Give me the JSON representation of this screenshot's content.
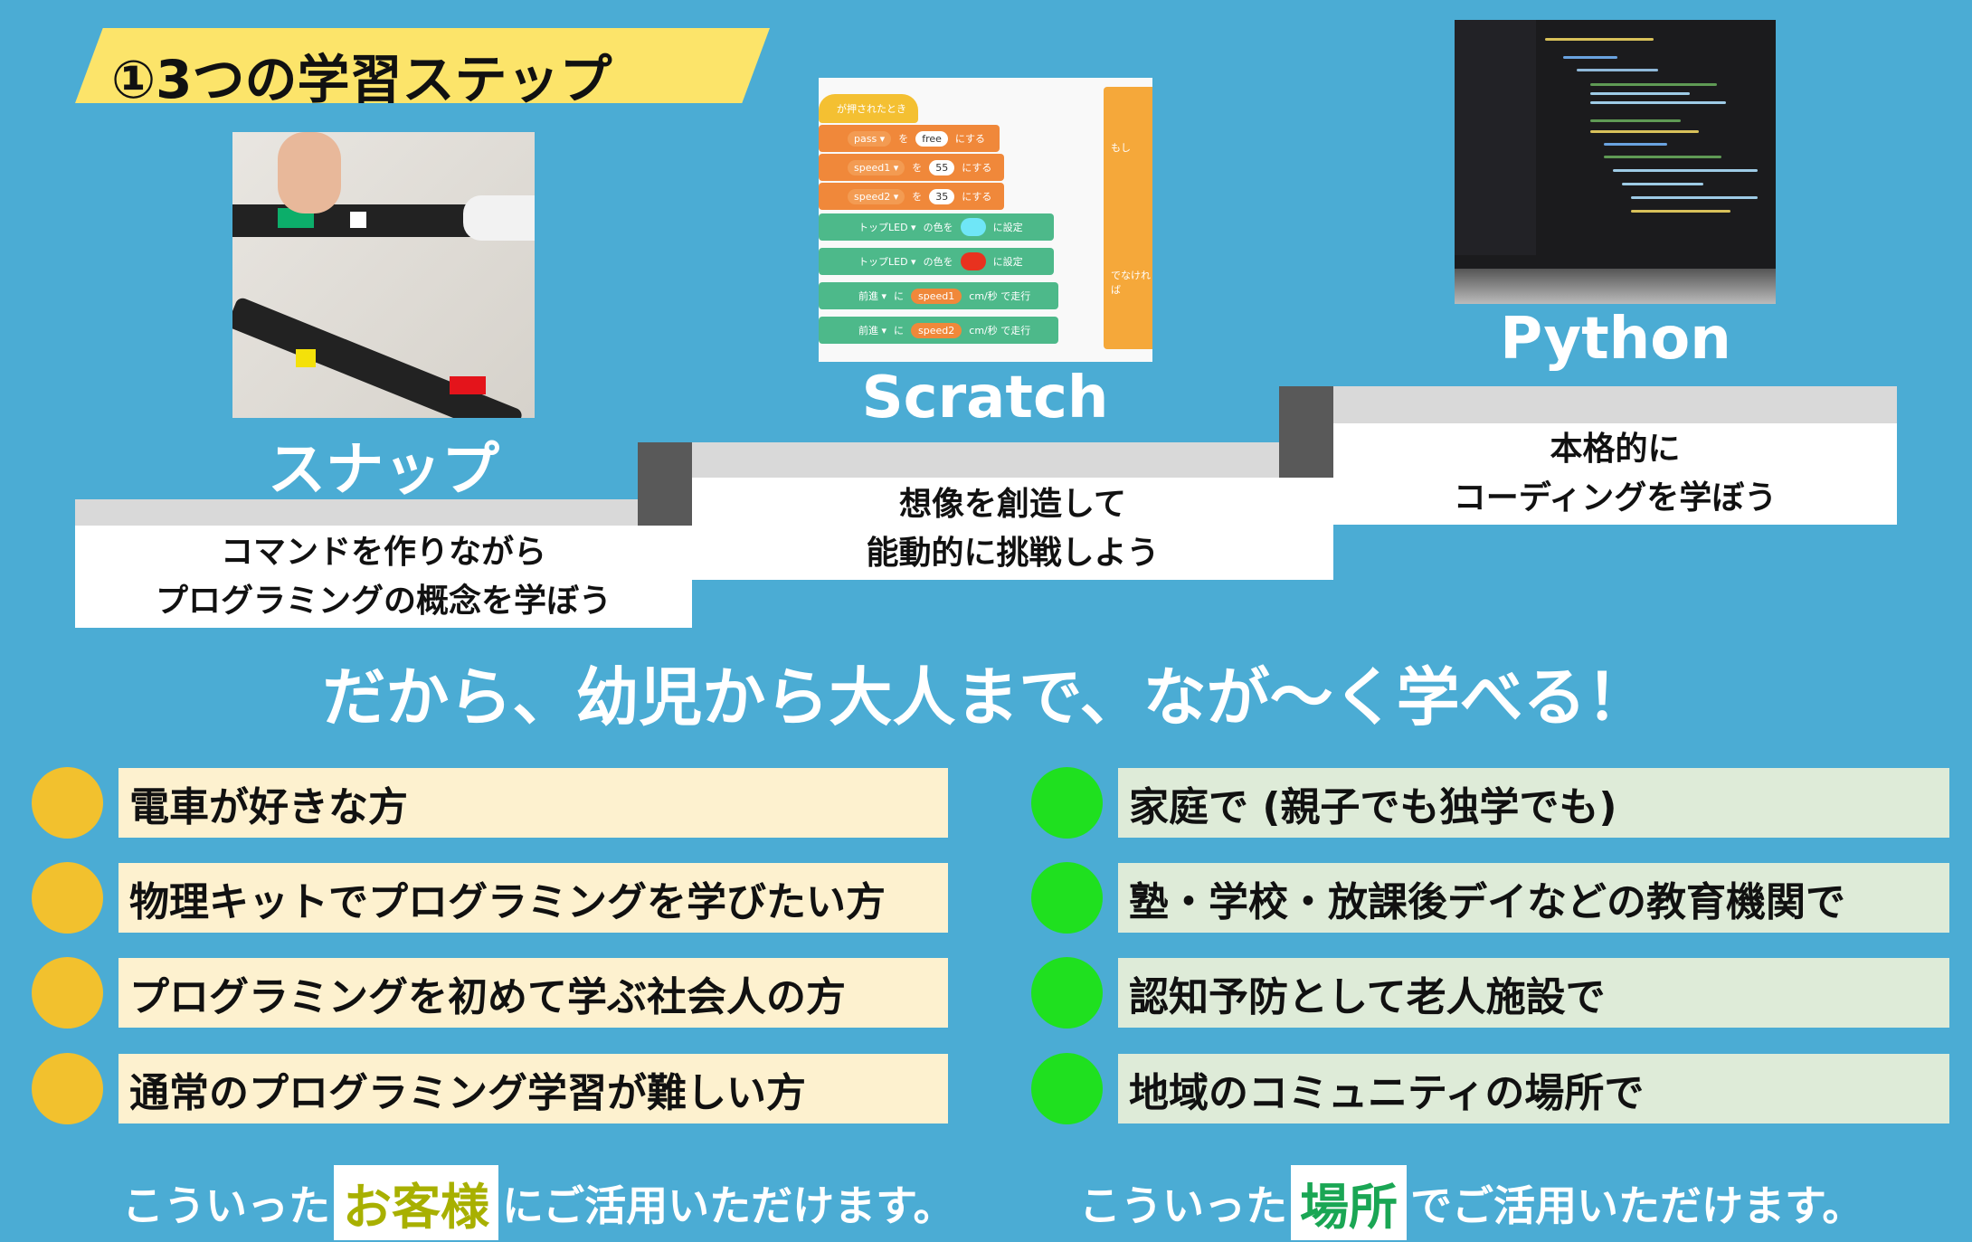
{
  "title": "①3つの学習ステップ",
  "steps": [
    {
      "name": "スナップ",
      "desc1": "コマンドを作りながら",
      "desc2": "プログラミングの概念を学ぼう"
    },
    {
      "name": "Scratch",
      "desc1": "想像を創造して",
      "desc2": "能動的に挑戦しよう"
    },
    {
      "name": "Python",
      "desc1": "本格的に",
      "desc2": "コーディングを学ぼう"
    }
  ],
  "scratch_blocks": {
    "hat": "が押されたとき",
    "rows": [
      {
        "var": "pass ▾",
        "op": "を",
        "val": "free",
        "tail": "にする"
      },
      {
        "var": "speed1 ▾",
        "op": "を",
        "val": "55",
        "tail": "にする"
      },
      {
        "var": "speed2 ▾",
        "op": "を",
        "val": "35",
        "tail": "にする"
      }
    ],
    "led": [
      {
        "var": "トップLED ▾",
        "op": "の色を",
        "tail": "に設定",
        "color": "#6FE6F7"
      },
      {
        "var": "トップLED ▾",
        "op": "の色を",
        "tail": "に設定",
        "color": "#E8321F"
      }
    ],
    "move": [
      {
        "var": "前進 ▾",
        "op": "に",
        "val": "speed1",
        "tail": "cm/秒 で走行"
      },
      {
        "var": "前進 ▾",
        "op": "に",
        "val": "speed2",
        "tail": "cm/秒 で走行"
      }
    ],
    "if": "もし",
    "else": "でなければ"
  },
  "slogan": "だから、幼児から大人まで、なが〜く学べる！",
  "customers": [
    "電車が好きな方",
    "物理キットでプログラミングを学びたい方",
    "プログラミングを初めて学ぶ社会人の方",
    "通常のプログラミング学習が難しい方"
  ],
  "places": [
    "家庭で (親子でも独学でも)",
    "塾・学校・放課後デイなどの教育機関で",
    "認知予防として老人施設で",
    "地域のコミュニティの場所で"
  ],
  "bottom_left": {
    "pre": "こういった",
    "highlight": "お客様",
    "post": "にご活用いただけます。"
  },
  "bottom_right": {
    "pre": "こういった",
    "highlight": "場所",
    "post": "でご活用いただけます。"
  },
  "colors": {
    "background": "#4BACD4",
    "banner": "#FCE46A",
    "customer_dot": "#F2C12E",
    "place_dot": "#1FE01F",
    "highlight_left": "#A8B000",
    "highlight_right": "#1AA654"
  }
}
